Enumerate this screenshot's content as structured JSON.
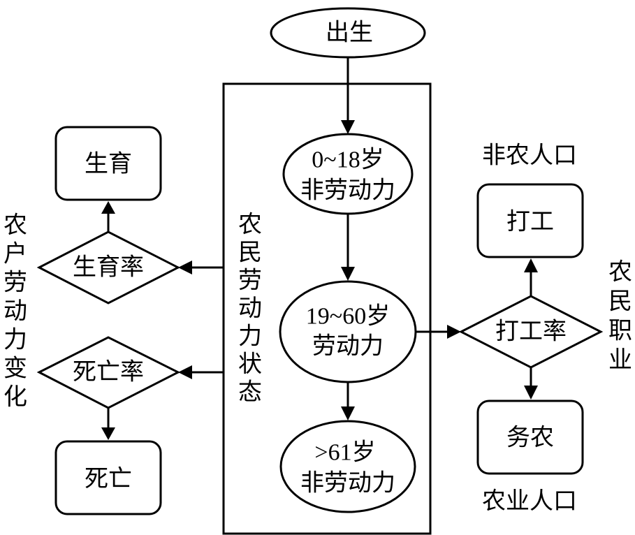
{
  "nodes": {
    "birth": "出生",
    "age_0_18": "0~18岁",
    "age_0_18_status": "非劳动力",
    "age_19_60": "19~60岁",
    "age_19_60_status": "劳动力",
    "age_61": ">61岁",
    "age_61_status": "非劳动力",
    "fertility": "生育",
    "fertility_rate": "生育率",
    "mortality_rate": "死亡率",
    "death": "死亡",
    "work_out": "打工",
    "work_out_rate": "打工率",
    "farming": "务农"
  },
  "labels": {
    "left_side": [
      "农",
      "户",
      "劳",
      "动",
      "力",
      "变",
      "化"
    ],
    "center_column": [
      "农",
      "民",
      "劳",
      "动",
      "力",
      "状",
      "态"
    ],
    "right_side": [
      "农",
      "民",
      "职",
      "业"
    ],
    "non_agri_population": "非农人口",
    "agri_population": "农业人口"
  }
}
